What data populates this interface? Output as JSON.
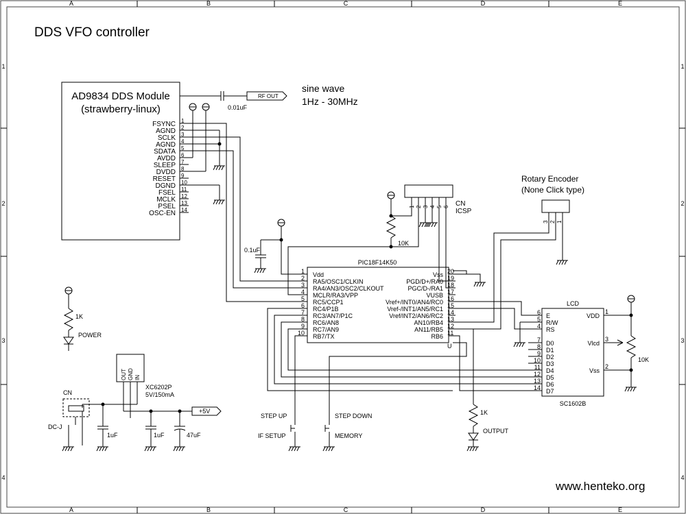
{
  "title": "DDS VFO controller",
  "footer": "www.henteko.org",
  "frame": {
    "cols": [
      "A",
      "B",
      "C",
      "D",
      "E"
    ],
    "rows": [
      "1",
      "2",
      "3",
      "4"
    ]
  },
  "dds": {
    "name1": "AD9834 DDS Module",
    "name2": "(strawberry-linux)",
    "pins": [
      "FSYNC",
      "AGND",
      "SCLK",
      "AGND",
      "SDATA",
      "AVDD",
      "SLEEP",
      "DVDD",
      "RESET",
      "DGND",
      "FSEL",
      "MCLK",
      "PSEL",
      "OSC-EN"
    ],
    "pin_nums": [
      "1",
      "2",
      "3",
      "4",
      "5",
      "6",
      "7",
      "8",
      "9",
      "10",
      "11",
      "12",
      "13",
      "14"
    ]
  },
  "rf": {
    "cap": "0.01uF",
    "port": "RF OUT",
    "note1": "sine wave",
    "note2": "1Hz - 30MHz"
  },
  "icsp": {
    "label1": "CN",
    "label2": "ICSP",
    "pins": [
      "1",
      "2",
      "3",
      "4",
      "5",
      "6"
    ],
    "resistor": "10K"
  },
  "encoder": {
    "label1": "Rotary Encoder",
    "label2": "(None Click type)",
    "pins": [
      "3",
      "2",
      "1"
    ]
  },
  "mcu": {
    "name": "PIC18F14K50",
    "left": [
      "Vdd",
      "RA5/OSC1/CLKIN",
      "RA4/AN3/OSC2/CLKOUT",
      "MCLR/RA3/VPP",
      "RC5/CCP1",
      "RC4/P1B",
      "RC3/AN7/P1C",
      "RC6/AN8",
      "RC7/AN9",
      "RB7/TX"
    ],
    "left_nums": [
      "1",
      "2",
      "3",
      "4",
      "5",
      "6",
      "7",
      "8",
      "9",
      "10"
    ],
    "right": [
      "Vss",
      "PGD/D+/RA0",
      "PGC/D-/RA1",
      "VUSB",
      "Vref+/INT0/AN4/RC0",
      "Vref-/INT1/AN5/RC1",
      "Vref/INT2/AN6/RC2",
      "AN10/RB4",
      "AN11/RB5",
      "RB6"
    ],
    "right_nums": [
      "20",
      "19",
      "18",
      "17",
      "16",
      "15",
      "14",
      "13",
      "12",
      "11"
    ],
    "bottom": "U",
    "cap": "0.1uF"
  },
  "lcd": {
    "label": "LCD",
    "part": "SC1602B",
    "left": [
      "E",
      "R/W",
      "RS",
      "D0",
      "D1",
      "D2",
      "D3",
      "D4",
      "D5",
      "D6",
      "D7"
    ],
    "left_nums": [
      "6",
      "5",
      "4",
      "7",
      "8",
      "9",
      "10",
      "11",
      "12",
      "13",
      "14"
    ],
    "right": [
      "VDD",
      "Vlcd",
      "Vss"
    ],
    "right_nums": [
      "1",
      "3",
      "2"
    ],
    "pot": "10K"
  },
  "power_led": {
    "res": "1K",
    "label": "POWER"
  },
  "output_led": {
    "res": "1K",
    "label": "OUTPUT"
  },
  "switches": {
    "sw1_top": "STEP UP",
    "sw1_bot": "IF SETUP",
    "sw2_top": "STEP DOWN",
    "sw2_bot": "MEMORY"
  },
  "regulator": {
    "pins": [
      "OUT",
      "GND",
      "IN"
    ],
    "part": "XC6202P",
    "spec": "5V/150mA",
    "cn": "CN",
    "jack": "DC-J",
    "c1": "1uF",
    "c2": "1uF",
    "c3": "47uF",
    "rail": "+5V"
  }
}
